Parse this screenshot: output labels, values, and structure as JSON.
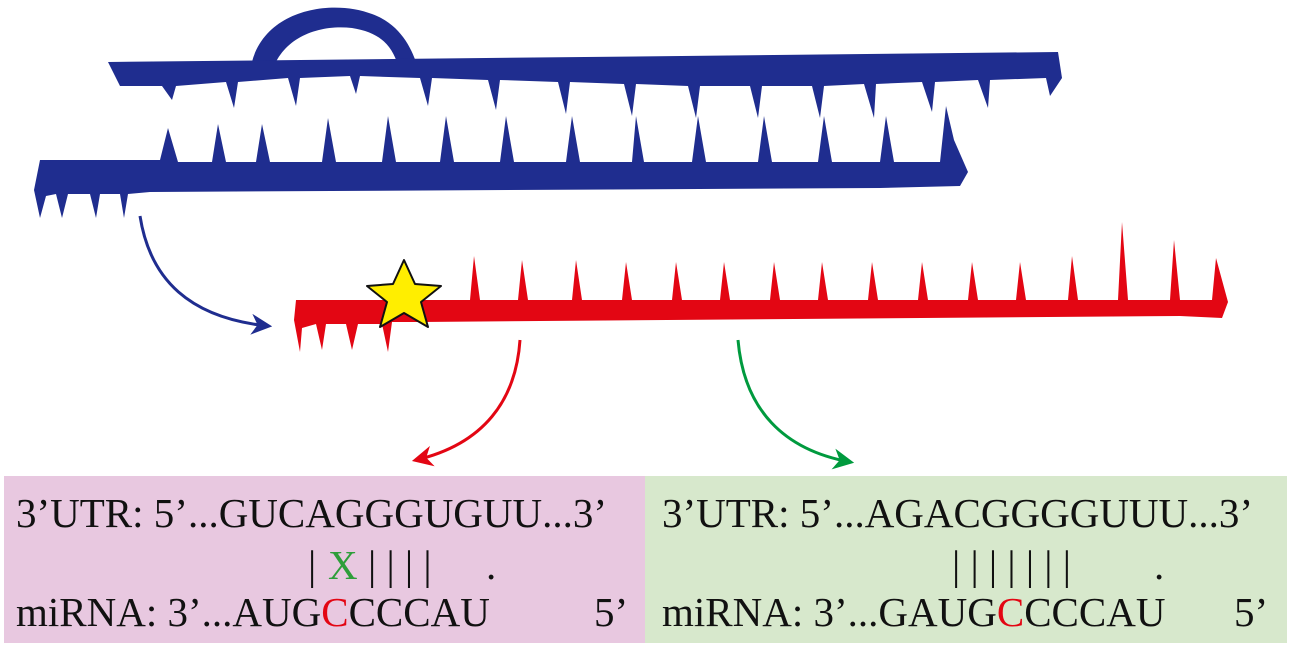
{
  "colors": {
    "precursor": "#1f2d8f",
    "mature": "#e30613",
    "star_fill": "#ffee00",
    "arrow_blue": "#1f2d8f",
    "arrow_red": "#e30613",
    "arrow_green": "#009a3e",
    "left_panel_bg": "#e8c8e0",
    "right_panel_bg": "#d7e8cc",
    "mismatch_mark": "#2e9e3a",
    "highlight_base": "#e30613",
    "text": "#111111"
  },
  "icons": {
    "precursor": "hairpin-precursor-mirna-icon",
    "mature": "mature-mirna-strand-icon",
    "star": "mutation-star-icon"
  },
  "left_panel": {
    "utr": {
      "prefix": "3’UTR:  5’...GUCAGGGUGUU...3’"
    },
    "pairing": {
      "bar1": "|",
      "mismatch": "X",
      "bars": "| | | |",
      "wobble": "."
    },
    "mirna": {
      "prefix": "miRNA: 3’...AUG",
      "highlight": "C",
      "suffix": "CCCAU",
      "end": "5’"
    }
  },
  "right_panel": {
    "utr": {
      "prefix": "3’UTR:  5’...AGACGGGGUUU...3’"
    },
    "pairing": {
      "bars": "| | | | | | |",
      "wobble": "."
    },
    "mirna": {
      "prefix": "miRNA: 3’...GAUG",
      "highlight": "C",
      "suffix": "CCCAU",
      "end": "5’"
    }
  }
}
